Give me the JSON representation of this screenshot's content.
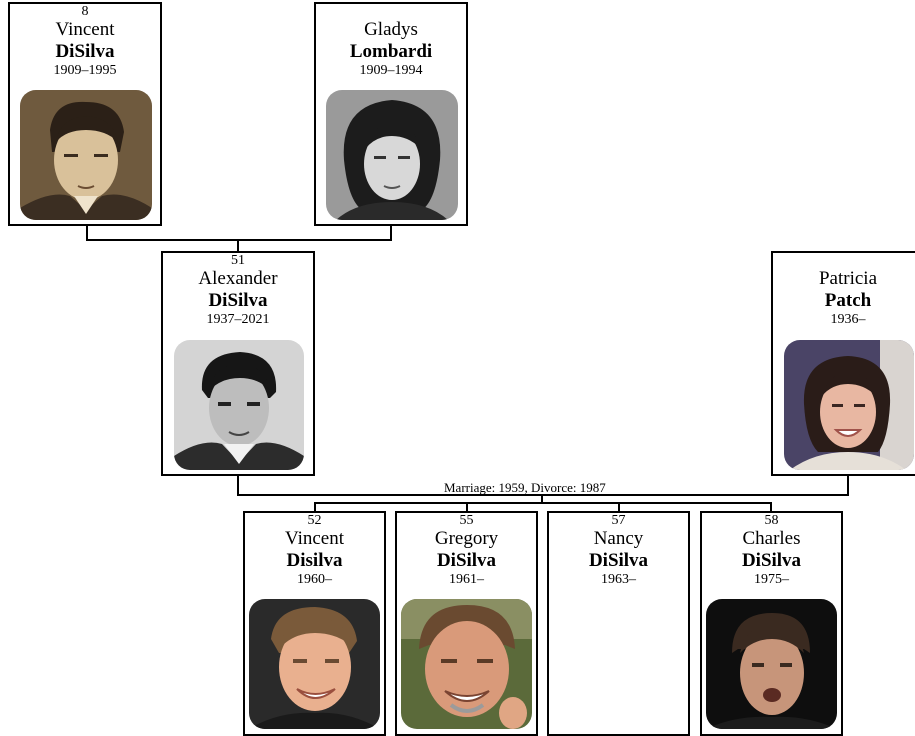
{
  "people": {
    "vincent_sr": {
      "num": "8",
      "first": "Vincent",
      "last": "DiSilva",
      "years": "1909–1995"
    },
    "gladys": {
      "num": "",
      "first": "Gladys",
      "last": "Lombardi",
      "years": "1909–1994"
    },
    "alexander": {
      "num": "51",
      "first": "Alexander",
      "last": "DiSilva",
      "years": "1937–2021"
    },
    "patricia": {
      "num": "",
      "first": "Patricia",
      "last": "Patch",
      "years": "1936–"
    },
    "vincent_jr": {
      "num": "52",
      "first": "Vincent",
      "last": "Disilva",
      "years": "1960–"
    },
    "gregory": {
      "num": "55",
      "first": "Gregory",
      "last": "DiSilva",
      "years": "1961–"
    },
    "nancy": {
      "num": "57",
      "first": "Nancy",
      "last": "DiSilva",
      "years": "1963–"
    },
    "charles": {
      "num": "58",
      "first": "Charles",
      "last": "DiSilva",
      "years": "1975–"
    }
  },
  "marriage_note": "Marriage: 1959, Divorce: 1987"
}
